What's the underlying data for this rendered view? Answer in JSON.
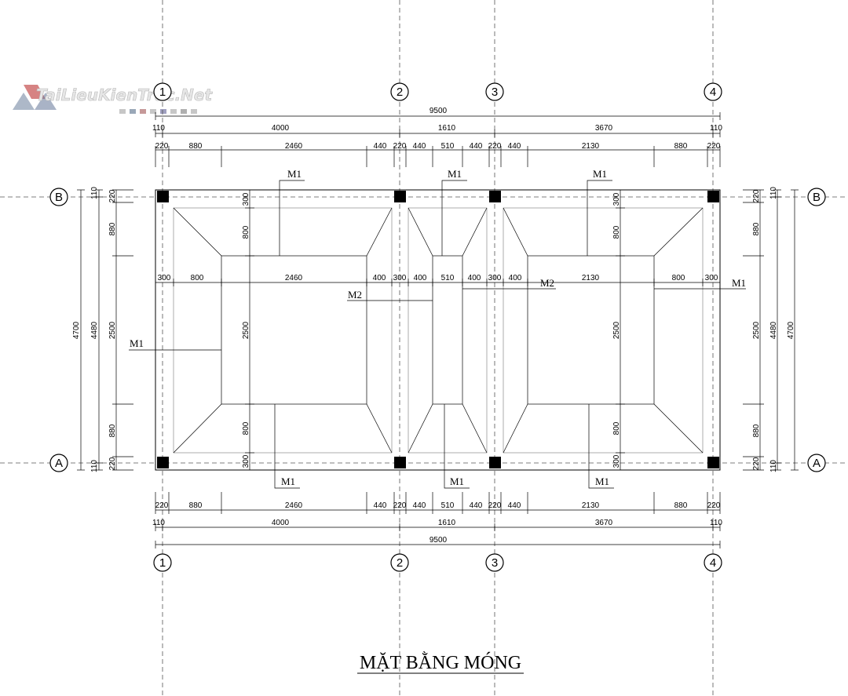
{
  "title": "MẶT BẰNG MÓNG",
  "watermark": "TaiLieuKienTruc.Net",
  "axes": {
    "a1": "1",
    "a2": "2",
    "a3": "3",
    "a4": "4",
    "A": "A",
    "B": "B"
  },
  "labels": {
    "m1": "M1",
    "m2": "M2"
  },
  "dims": {
    "total": "9500",
    "d4000": "4000",
    "d1610": "1610",
    "d3670": "3670",
    "d110": "110",
    "d220": "220",
    "d880": "880",
    "d2460": "2460",
    "d440": "440",
    "d510": "510",
    "d2130": "2130",
    "d300": "300",
    "d800": "800",
    "d400": "400",
    "d2500": "2500",
    "d4700": "4700",
    "d4480": "4480"
  },
  "colors": {
    "line": "#000000",
    "grid": "#555555",
    "column": "#000000"
  }
}
